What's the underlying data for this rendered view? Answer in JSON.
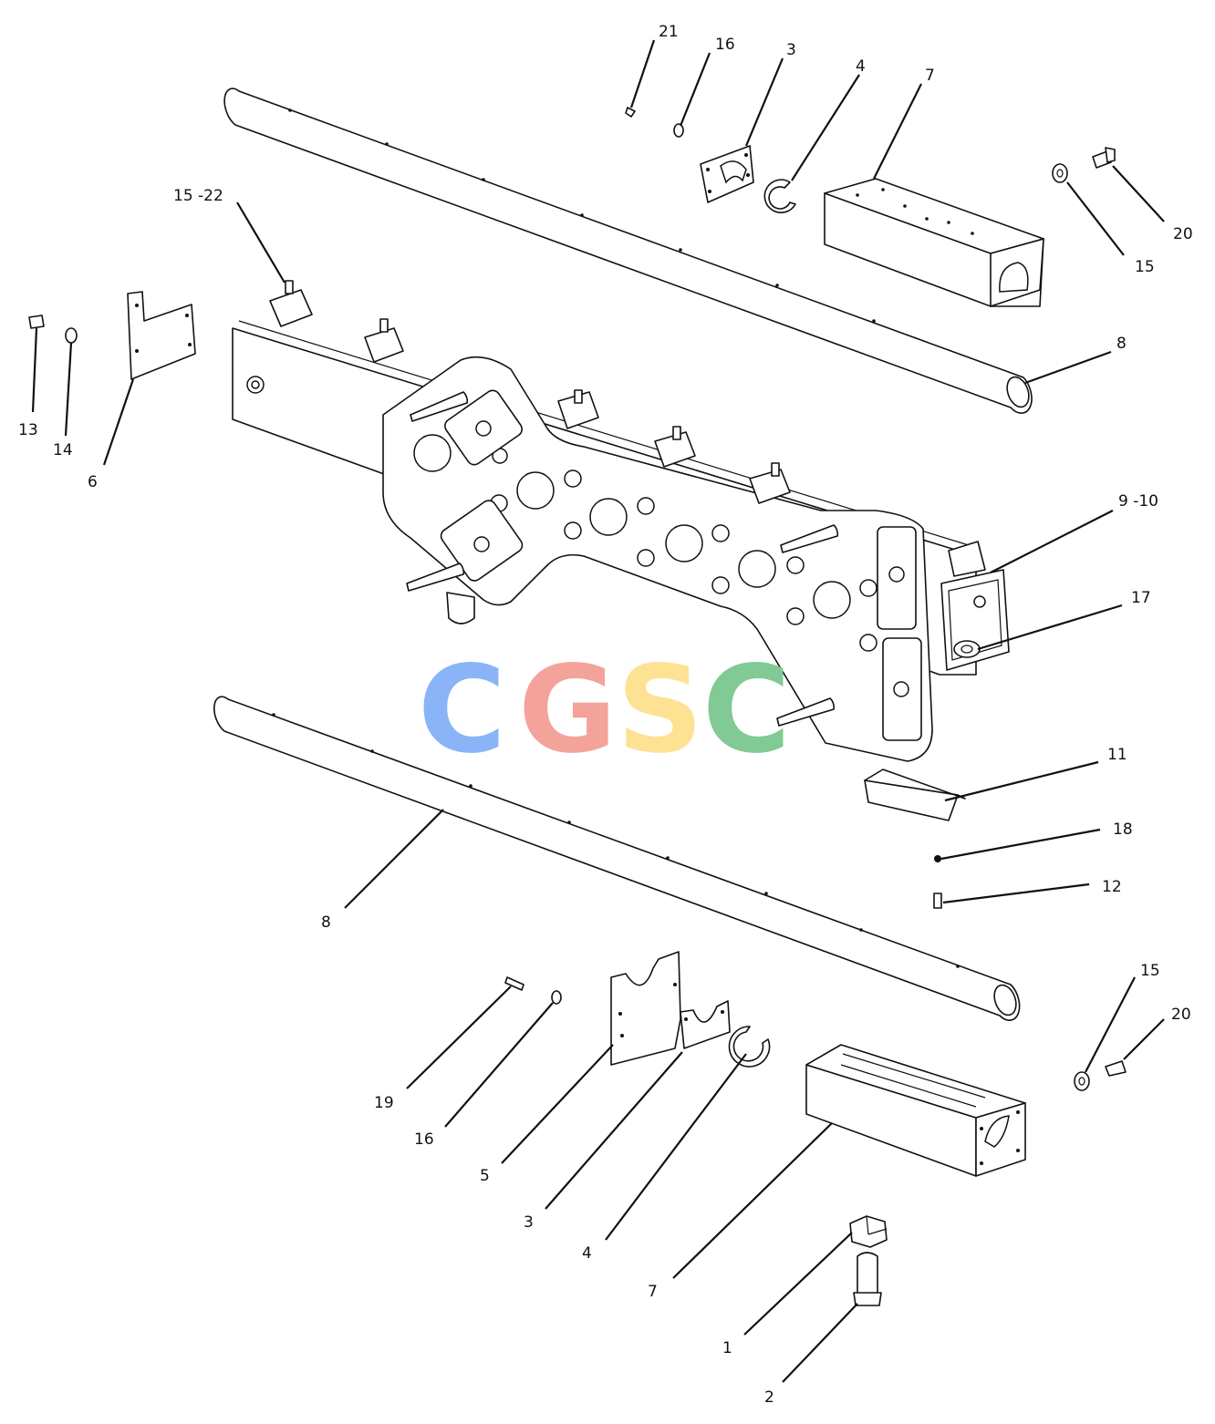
{
  "watermark": {
    "letters": [
      "C",
      "G",
      "S",
      "C"
    ],
    "colors": [
      "#8ab4f8",
      "#f4a39a",
      "#fde293",
      "#81c995"
    ]
  },
  "labels": {
    "l21": "21",
    "l16a": "16",
    "l3a": "3",
    "l4a": "4",
    "l7a": "7",
    "l20a": "20",
    "l15a": "15",
    "l15_22": "15 -22",
    "l8a": "8",
    "l13": "13",
    "l14": "14",
    "l6": "6",
    "l9_10": "9 -10",
    "l17": "17",
    "l11": "11",
    "l18": "18",
    "l12": "12",
    "l8b": "8",
    "l15b": "15",
    "l20b": "20",
    "l19": "19",
    "l16b": "16",
    "l5": "5",
    "l3b": "3",
    "l4b": "4",
    "l7b": "7",
    "l1": "1",
    "l2": "2"
  }
}
